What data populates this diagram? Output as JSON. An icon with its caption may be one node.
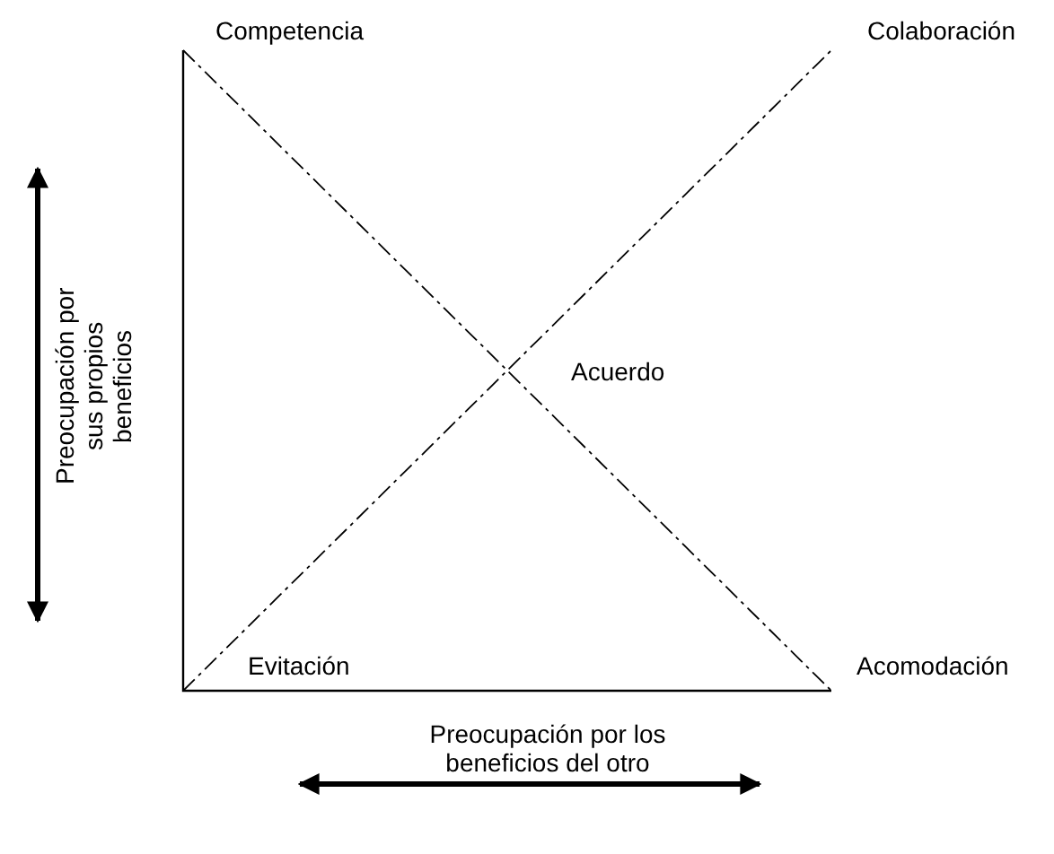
{
  "diagram": {
    "nodes": [
      {
        "text": [
          "Competencia"
        ]
      },
      {
        "text": [
          "Colaboración"
        ]
      },
      {
        "text": [
          "Acuerdo"
        ]
      },
      {
        "text": [
          "Evitación"
        ]
      },
      {
        "text": [
          "Acomodación"
        ]
      }
    ],
    "edges": [
      {
        "from": 0,
        "to": 4,
        "arrow": "none",
        "style": "dashed"
      },
      {
        "from": 3,
        "to": 1,
        "arrow": "none",
        "style": "dashed"
      }
    ],
    "labels": [
      "Preocupación por sus propios beneficios",
      "Preocupación por los beneficios del otro"
    ]
  }
}
